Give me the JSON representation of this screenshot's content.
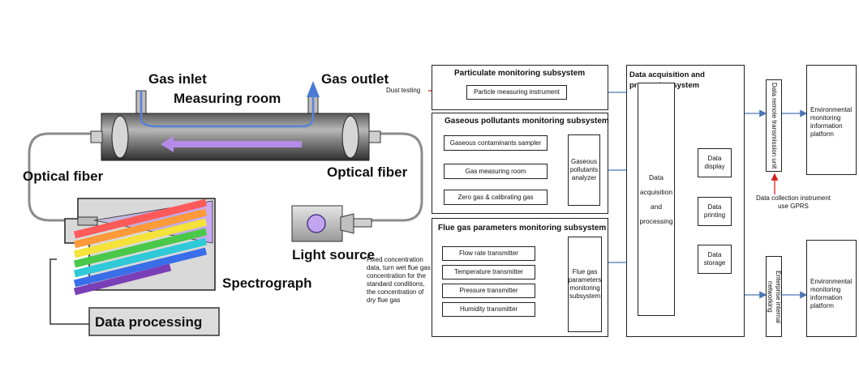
{
  "left_diagram": {
    "gas_inlet": "Gas inlet",
    "gas_outlet": "Gas outlet",
    "measuring_room": "Measuring room",
    "optical_fiber_left": "Optical fiber",
    "optical_fiber_right": "Optical fiber",
    "light_source": "Light source",
    "spectrograph": "Spectrograph",
    "data_processing": "Data processing"
  },
  "right_diagram": {
    "particulate": {
      "title": "Particulate monitoring subsystem",
      "dust_testing": "Dust testing",
      "instrument": "Particle measuring instrument"
    },
    "gaseous": {
      "title": "Gaseous pollutants monitoring subsystem",
      "sampler": "Gaseous contaminants sampler",
      "measuring_room": "Gas measuring room",
      "zero_gas": "Zero gas & calibrating gas",
      "analyzer": "Gaseous pollutants analyzer"
    },
    "flue": {
      "title": "Flue gas parameters monitoring subsystem",
      "flow": "Flow rate transmitter",
      "temperature": "Temperature transmitter",
      "pressure": "Pressure transmitter",
      "humidity": "Humidity transmitter",
      "params_box": "Flue gas parameters monitoring subsystem",
      "note": "Fixed concentration data, turn wet flue gas concentration for the standard conditions, the concentration of dry flue gas"
    },
    "daq": {
      "title": "Data acquisition and processing system",
      "center": "Data acquisition and processing",
      "display": "Data display",
      "printing": "Data printing",
      "storage": "Data storage"
    },
    "remote_unit": "Data remote transmission unit",
    "enterprise_net": "Enterprise internal networking",
    "collection_note": "Data collection instrument use GPRS",
    "env_platform_top": "Environmental monitoring information platform",
    "env_platform_bottom": "Environmental monitoring information platform"
  },
  "colors": {
    "arrow_blue": "#4a76b8",
    "arrow_red": "#d62020",
    "tube_dark": "#3a3a3a",
    "beam_purple": "#b58be8"
  }
}
